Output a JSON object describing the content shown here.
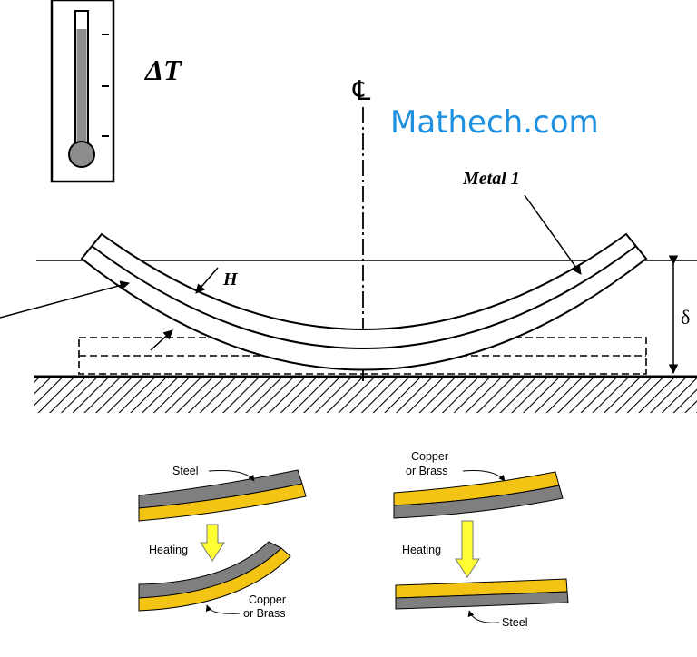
{
  "thermometer": {
    "symbol": "ΔT"
  },
  "centerline_symbol": "℄",
  "watermark": {
    "text": "Mathech.com",
    "color": "#1e90e0"
  },
  "main_diagram": {
    "metal1_label": "Metal 1",
    "thickness_label": "H",
    "deflection_label": "δ"
  },
  "panel_left": {
    "top_label": "Steel",
    "arrow_label": "Heating",
    "bottom_label_line1": "Copper",
    "bottom_label_line2": "or Brass"
  },
  "panel_right": {
    "top_label_line1": "Copper",
    "top_label_line2": "or Brass",
    "arrow_label": "Heating",
    "bottom_label": "Steel"
  },
  "colors": {
    "steel": "#7f7f7f",
    "copper_brass": "#f4c414",
    "arrow_fill": "#ffff33",
    "thermometer_fluid": "#8c8c8c"
  }
}
